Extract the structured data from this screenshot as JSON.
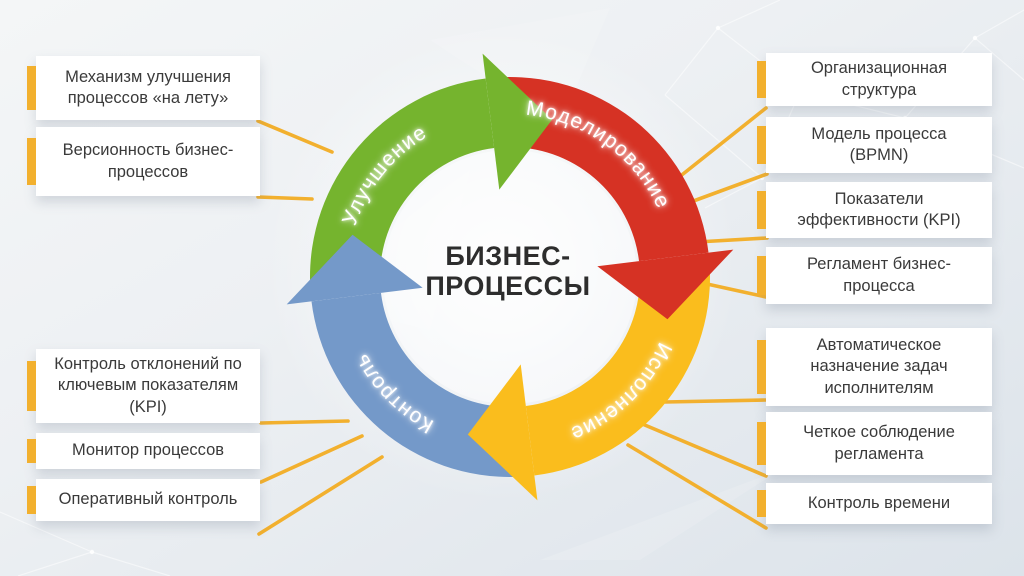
{
  "center": {
    "line1": "БИЗНЕС-",
    "line2": "ПРОЦЕССЫ"
  },
  "cycle": {
    "segments": [
      {
        "label": "Улучшение",
        "color": "#75b42e",
        "position": "top-left"
      },
      {
        "label": "Моделирование",
        "color": "#d63224",
        "position": "top-right"
      },
      {
        "label": "Исполнение",
        "color": "#fabd1d",
        "position": "bottom-right"
      },
      {
        "label": "Контроль",
        "color": "#7499c9",
        "position": "bottom-left"
      }
    ]
  },
  "cards": {
    "top_left": [
      "Механизм улучшения процессов «на лету»",
      "Версионность бизнес-процессов"
    ],
    "bottom_left": [
      "Контроль отклонений по ключевым показателям (KPI)",
      "Монитор процессов",
      "Оперативный контроль"
    ],
    "top_right": [
      "Организационная структура",
      "Модель процесса (BPMN)",
      "Показатели эффективности (KPI)",
      "Регламент бизнес-процесса"
    ],
    "bottom_right": [
      "Автоматическое назначение задач исполнителям",
      "Четкое соблюдение регламента",
      "Контроль времени"
    ]
  },
  "colors": {
    "accent": "#f2b02e",
    "card_background": "#ffffff",
    "card_text": "#3a3a3a",
    "title_text": "#2d2d2d"
  }
}
